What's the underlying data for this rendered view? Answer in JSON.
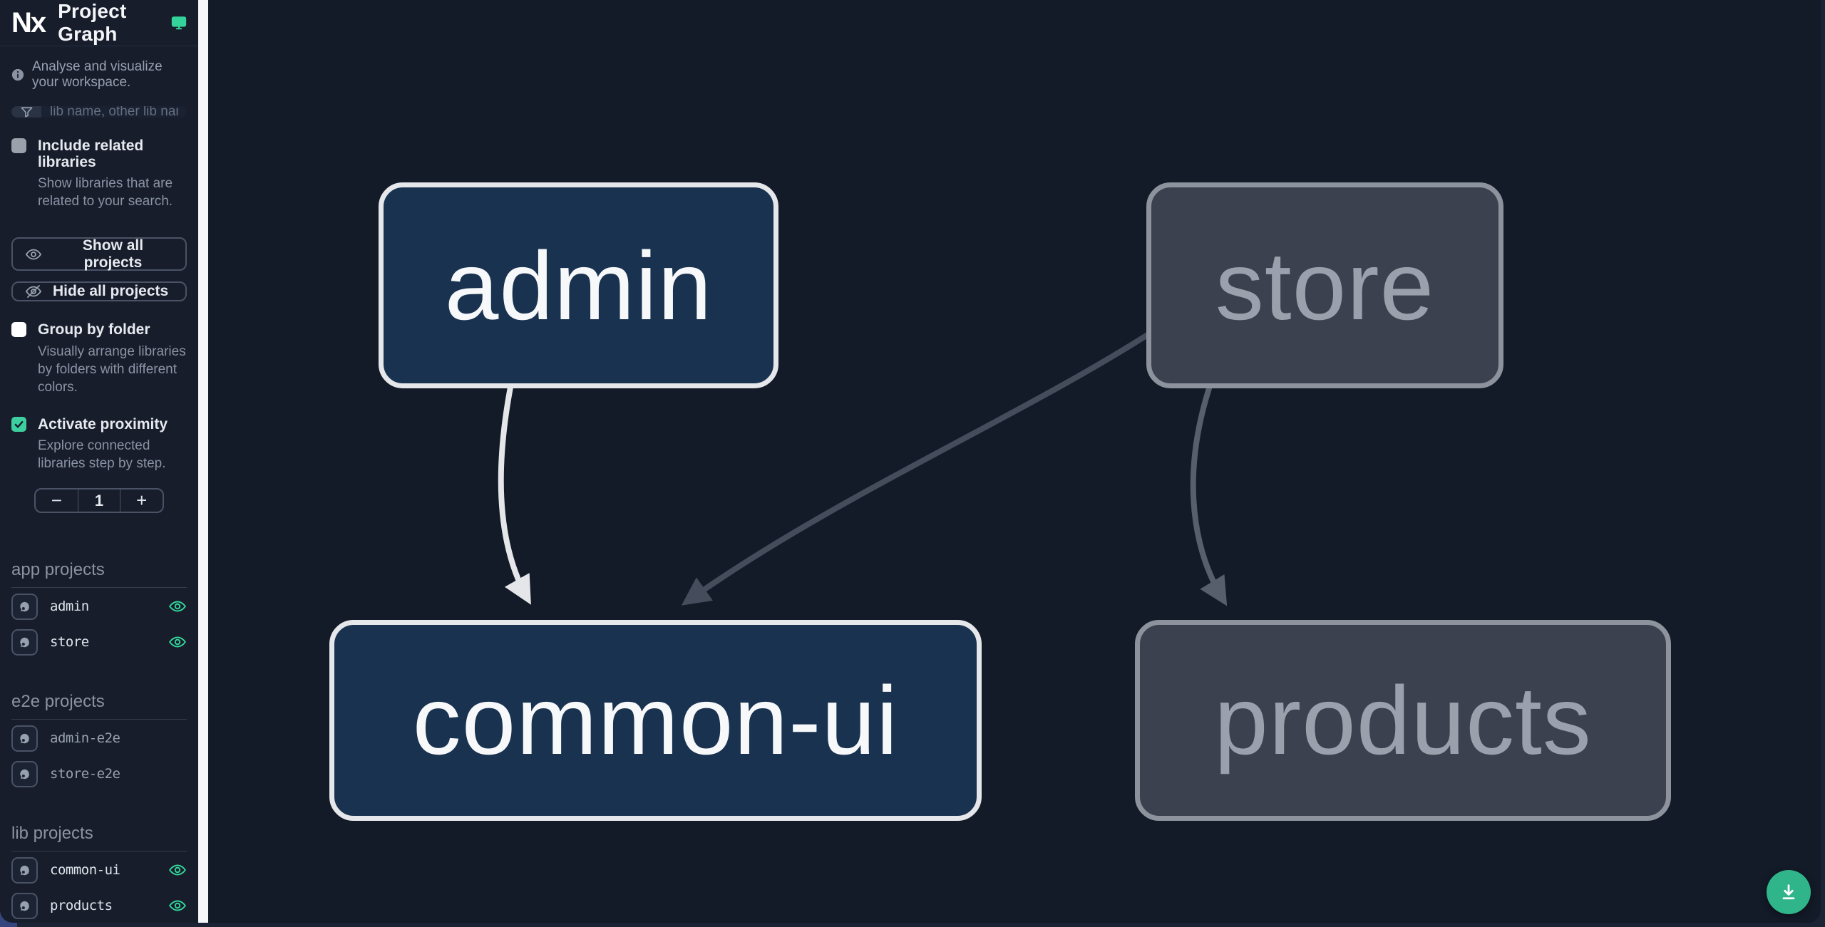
{
  "app": {
    "logo_text": "Nx",
    "title": "Project Graph",
    "tagline": "Analyse and visualize your workspace."
  },
  "search": {
    "placeholder": "lib name, other lib name"
  },
  "filters": {
    "include_related": {
      "label": "Include related libraries",
      "description": "Show libraries that are related to your search.",
      "checked": false
    },
    "group_by_folder": {
      "label": "Group by folder",
      "description": "Visually arrange libraries by folders with different colors.",
      "checked": false
    },
    "activate_proximity": {
      "label": "Activate proximity",
      "description": "Explore connected libraries step by step.",
      "checked": true
    }
  },
  "buttons": {
    "show_all": "Show all projects",
    "hide_all": "Hide all projects"
  },
  "proximity_stepper": {
    "decrement": "−",
    "value": "1",
    "increment": "+"
  },
  "project_sections": [
    {
      "title": "app projects",
      "items": [
        {
          "name": "admin",
          "visible": true
        },
        {
          "name": "store",
          "visible": true
        }
      ]
    },
    {
      "title": "e2e projects",
      "items": [
        {
          "name": "admin-e2e",
          "visible": false
        },
        {
          "name": "store-e2e",
          "visible": false
        }
      ]
    },
    {
      "title": "lib projects",
      "items": [
        {
          "name": "common-ui",
          "visible": true
        },
        {
          "name": "products",
          "visible": true
        }
      ]
    }
  ],
  "graph": {
    "nodes": [
      {
        "id": "admin",
        "label": "admin",
        "type": "app",
        "focused": true
      },
      {
        "id": "store",
        "label": "store",
        "type": "app",
        "focused": false
      },
      {
        "id": "common-ui",
        "label": "common-ui",
        "type": "lib",
        "focused": true
      },
      {
        "id": "products",
        "label": "products",
        "type": "lib",
        "focused": false
      }
    ],
    "edges": [
      {
        "source": "admin",
        "target": "common-ui",
        "highlighted": true
      },
      {
        "source": "store",
        "target": "common-ui",
        "highlighted": false
      },
      {
        "source": "store",
        "target": "products",
        "highlighted": false
      }
    ]
  },
  "colors": {
    "accent_green": "#34d399",
    "node_focused_fill": "#193250",
    "node_focused_border": "#e6e7ea",
    "node_dimmed_fill": "#3b414e",
    "node_dimmed_border": "#8d939d",
    "edge_highlighted": "#e5e6e9",
    "edge_dimmed": "#454d5c",
    "canvas_bg": "#131a28",
    "sidebar_bg": "#171d2b"
  },
  "fab": {
    "action": "download"
  }
}
